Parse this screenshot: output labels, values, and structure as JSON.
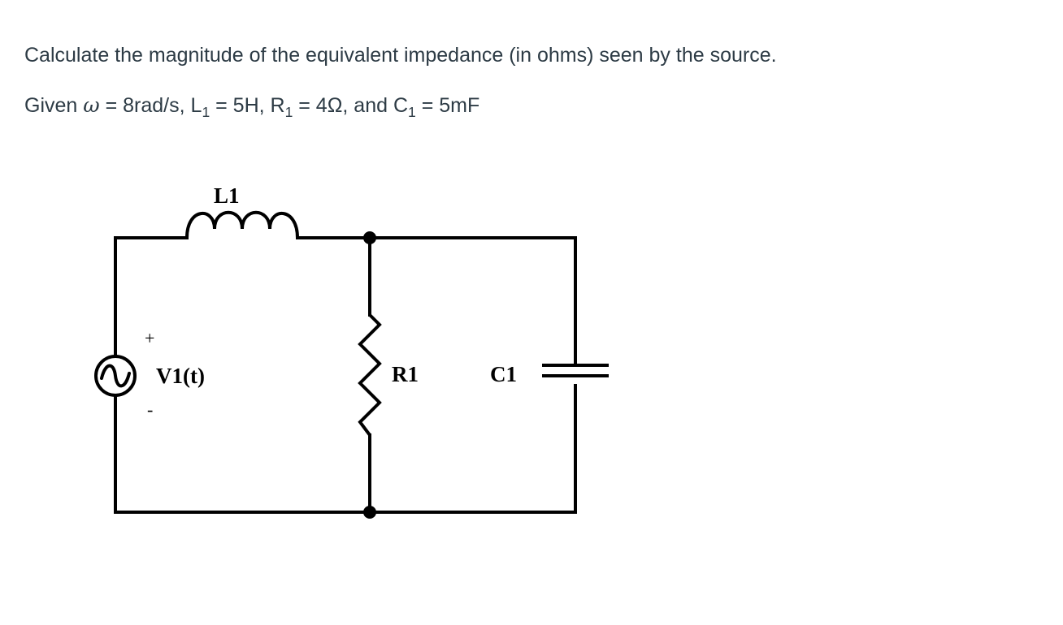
{
  "question": {
    "line1": "Calculate the magnitude of the equivalent impedance (in ohms) seen by the source.",
    "given": {
      "prefix": "Given ",
      "omega_symbol": "ω",
      "omega_value": " = 8rad/s, ",
      "L_letter": "L",
      "L_sub": "1",
      "L_value": " = 5H, ",
      "R_letter": "R",
      "R_sub": "1",
      "R_value": " = 4Ω, and ",
      "C_letter": "C",
      "C_sub": "1",
      "C_value": " = 5mF"
    }
  },
  "circuit": {
    "inductor_label": "L1",
    "resistor_label": "R1",
    "capacitor_label": "C1",
    "source_label": "V1(t)",
    "source_plus": "+",
    "source_minus": "-"
  }
}
